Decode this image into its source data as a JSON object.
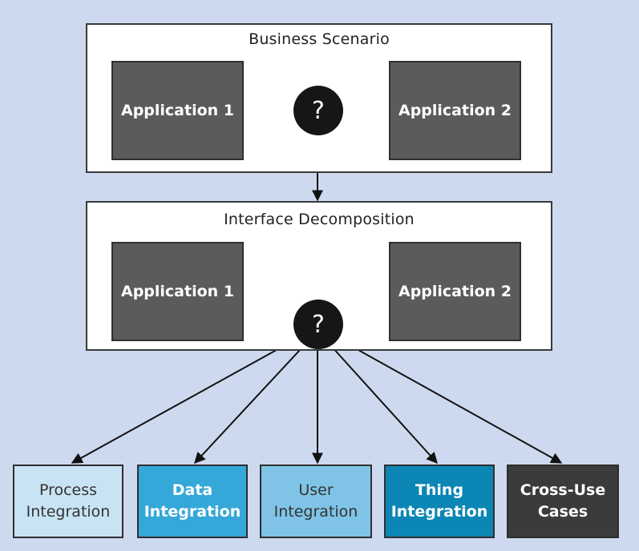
{
  "business_scenario": {
    "title": "Business Scenario",
    "app1": "Application 1",
    "app2": "Application 2",
    "node": "?"
  },
  "interface_decomposition": {
    "title": "Interface Decomposition",
    "app1": "Application 1",
    "app2": "Application 2",
    "node": "?"
  },
  "categories": [
    {
      "line1": "Process",
      "line2": "Integration",
      "fill": "#c8e3f3",
      "text_color": "#333333"
    },
    {
      "line1": "Data",
      "line2": "Integration",
      "fill": "#34a8d8",
      "text_color": "#ffffff"
    },
    {
      "line1": "User",
      "line2": "Integration",
      "fill": "#7fc4e6",
      "text_color": "#333333"
    },
    {
      "line1": "Thing",
      "line2": "Integration",
      "fill": "#0b86b5",
      "text_color": "#ffffff"
    },
    {
      "line1": "Cross-Use",
      "line2": "Cases",
      "fill": "#3b3b3b",
      "text_color": "#ffffff"
    }
  ]
}
